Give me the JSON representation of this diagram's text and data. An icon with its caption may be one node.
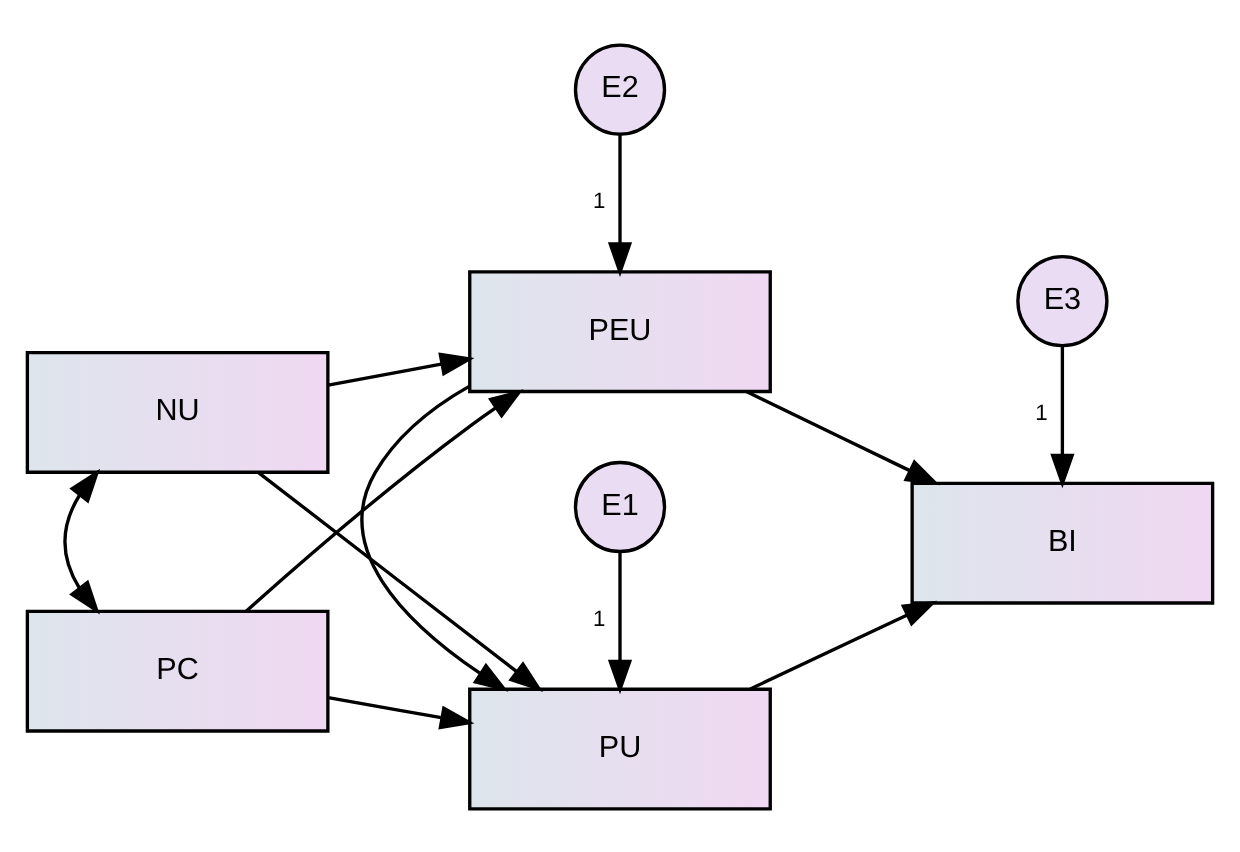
{
  "diagram": {
    "nodes": [
      {
        "text": [
          "E1"
        ]
      },
      {
        "text": [
          "E3"
        ]
      },
      {
        "text": [
          "NU"
        ]
      },
      {
        "text": [
          "PU"
        ]
      },
      {
        "text": [
          "BI"
        ]
      },
      {
        "text": [
          "PC"
        ]
      },
      {
        "text": [
          "PEU"
        ]
      },
      {
        "text": [
          "E2"
        ]
      }
    ],
    "edges": [
      {
        "from": 2,
        "to": 5,
        "arrow": "both"
      },
      {
        "from": 2,
        "to": 3,
        "arrow": "to"
      },
      {
        "from": 2,
        "to": 6,
        "arrow": "to"
      },
      {
        "from": 5,
        "to": 3,
        "arrow": "to"
      },
      {
        "from": 5,
        "to": 6,
        "arrow": "to"
      },
      {
        "from": 6,
        "to": 3,
        "arrow": "to"
      },
      {
        "from": 3,
        "to": 4,
        "arrow": "to"
      },
      {
        "from": 6,
        "to": 4,
        "arrow": "to"
      },
      {
        "from": 0,
        "to": 3,
        "arrow": "to",
        "label": "1"
      },
      {
        "from": 1,
        "to": 4,
        "arrow": "to",
        "label": "1"
      },
      {
        "from": 7,
        "to": 6,
        "arrow": "to",
        "label": "1"
      }
    ]
  }
}
